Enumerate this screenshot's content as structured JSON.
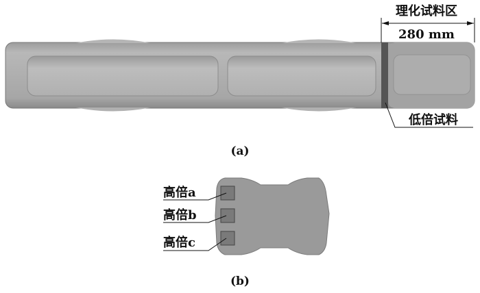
{
  "figure_a": {
    "caption": "(a)",
    "zone_label": "理化试料区",
    "dimension": "280 mm",
    "low_mag_label": "低倍试料"
  },
  "figure_b": {
    "caption": "(b)",
    "samples": [
      "高倍a",
      "高倍b",
      "高倍c"
    ]
  },
  "colors": {
    "body": "#a9a9a9",
    "strip": "#555555",
    "sample": "#7a7a7a",
    "section": "#9a9a9a"
  }
}
